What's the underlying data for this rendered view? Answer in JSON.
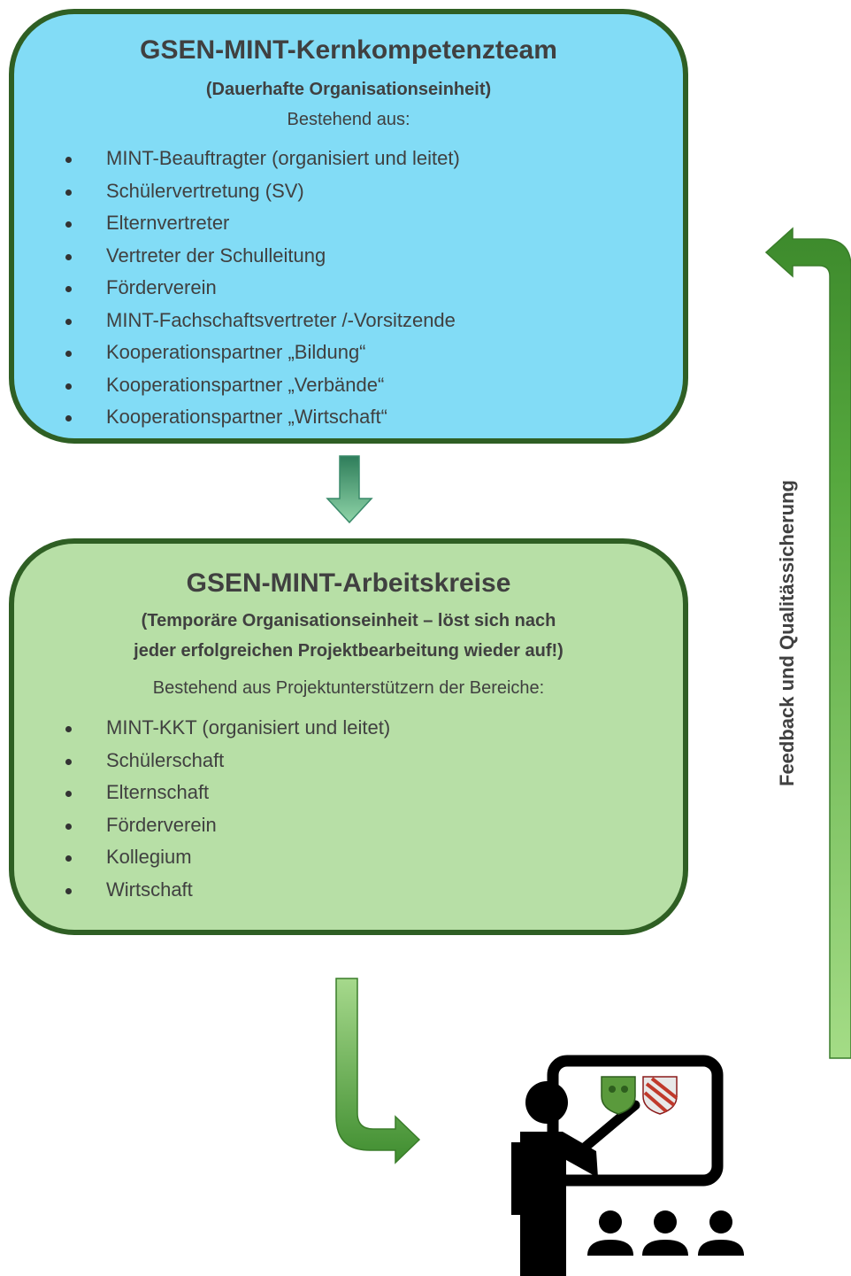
{
  "kkt": {
    "title": "GSEN-MINT-Kernkompetenzteam",
    "subtitle": "(Dauerhafte Organisationseinheit)",
    "intro": "Bestehend aus:",
    "items": [
      "MINT-Beauftragter (organisiert und leitet)",
      "Schülervertretung (SV)",
      "Elternvertreter",
      "Vertreter der Schulleitung",
      "Förderverein",
      "MINT-Fachschaftsvertreter /-Vorsitzende",
      "Kooperationspartner „Bildung“",
      "Kooperationspartner „Verbände“",
      "Kooperationspartner „Wirtschaft“"
    ]
  },
  "arbeitskreise": {
    "title": "GSEN-MINT-Arbeitskreise",
    "subtitle_line1": "(Temporäre Organisationseinheit – löst sich nach",
    "subtitle_line2": "jeder erfolgreichen Projektbearbeitung wieder auf!)",
    "intro": "Bestehend aus Projektunterstützern der Bereiche:",
    "items": [
      "MINT-KKT (organisiert und leitet)",
      "Schülerschaft",
      "Elternschaft",
      "Förderverein",
      "Kollegium",
      "Wirtschaft"
    ]
  },
  "feedback_label": "Feedback und Qualitässicherung",
  "icons": [
    "arrow-down-icon",
    "feedback-arrow-icon",
    "bent-arrow-icon",
    "teacher-presentation-icon",
    "crest-icons"
  ],
  "colors": {
    "kkt_fill": "#82dcf6",
    "ak_fill": "#b7dfa6",
    "border": "#2f5f24",
    "arrow": "#4e9a3a"
  }
}
